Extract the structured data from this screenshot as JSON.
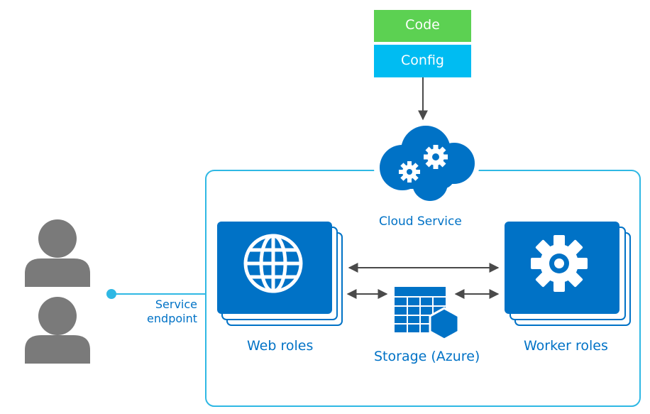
{
  "deploy": {
    "code_label": "Code",
    "config_label": "Config"
  },
  "cloud_service": {
    "label": "Cloud Service"
  },
  "endpoint": {
    "line1": "Service",
    "line2": "endpoint"
  },
  "web_roles": {
    "label": "Web roles"
  },
  "worker_roles": {
    "label": "Worker roles"
  },
  "storage": {
    "label": "Storage (Azure)"
  },
  "colors": {
    "code_green": "#5cd152",
    "config_cyan": "#00bcf2",
    "azure_blue": "#0072c6",
    "border_cyan": "#2fb8e4",
    "user_gray": "#7a7a7a",
    "arrow_gray": "#4a4a4a"
  },
  "icons": [
    "user-icon",
    "globe-icon",
    "gear-icon",
    "cloud-gears-icon",
    "storage-table-icon"
  ]
}
